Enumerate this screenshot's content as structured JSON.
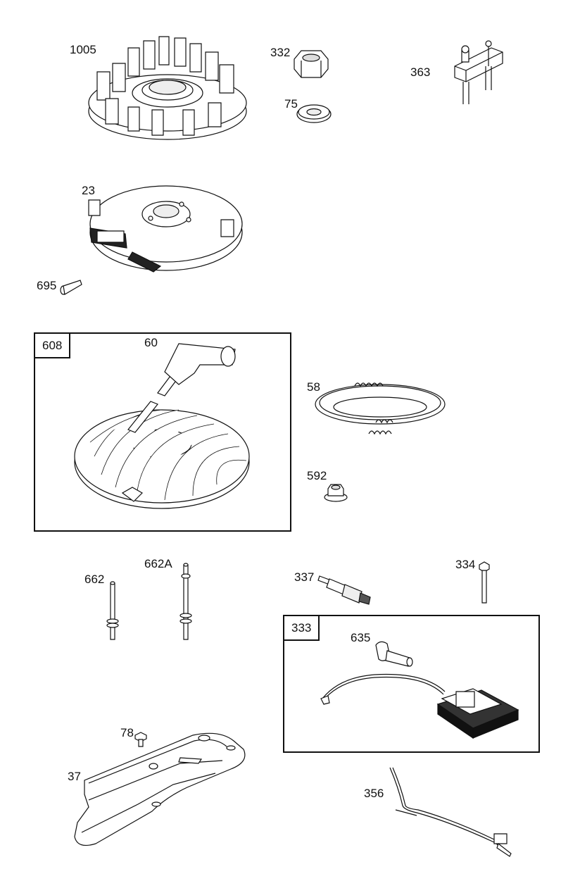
{
  "parts": {
    "p1005": "1005",
    "p332": "332",
    "p75": "75",
    "p363": "363",
    "p23": "23",
    "p695": "695",
    "p60": "60",
    "p58": "58",
    "p592": "592",
    "p662": "662",
    "p662a": "662A",
    "p337": "337",
    "p334": "334",
    "p635": "635",
    "p78": "78",
    "p37": "37",
    "p356": "356"
  },
  "groups": {
    "g608": "608",
    "g333": "333"
  }
}
